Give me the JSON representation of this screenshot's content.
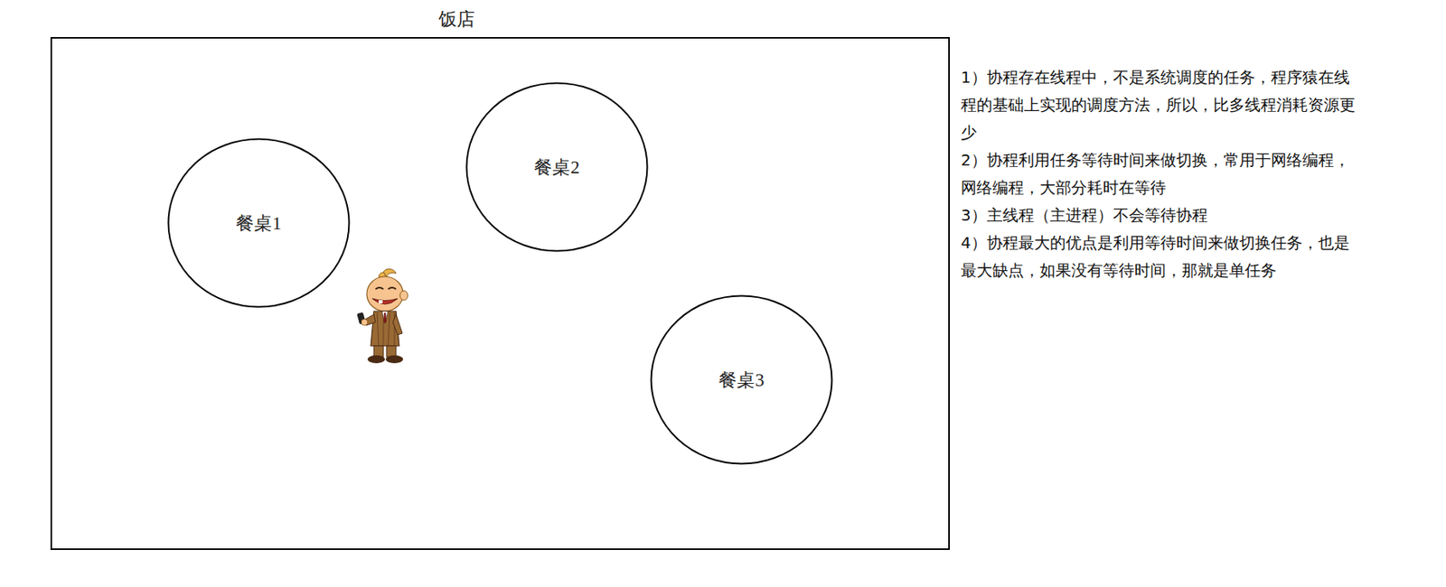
{
  "diagram": {
    "title": "饭店",
    "nodes": [
      {
        "text": [
          "饭店"
        ]
      },
      {
        "text": [
          "餐桌1"
        ],
        "in": 0
      },
      {
        "text": [
          "餐桌2"
        ],
        "in": 0
      },
      {
        "text": [
          "餐桌3"
        ],
        "in": 0
      }
    ],
    "labels": [
      "1）协程存在线程中，不是系统调度的任务，程序猿在线 程的基础上实现的调度方法，所以，比多线程消耗资源更 少",
      "2）协程利用任务等待时间来做切换，常用于网络编程， 网络编程，大部分耗时在等待",
      "3）主线程（主进程）不会等待协程",
      "4）协程最大的优点是利用等待时间来做切换任务，也是 最大缺点，如果没有等待时间，那就是单任务"
    ]
  }
}
